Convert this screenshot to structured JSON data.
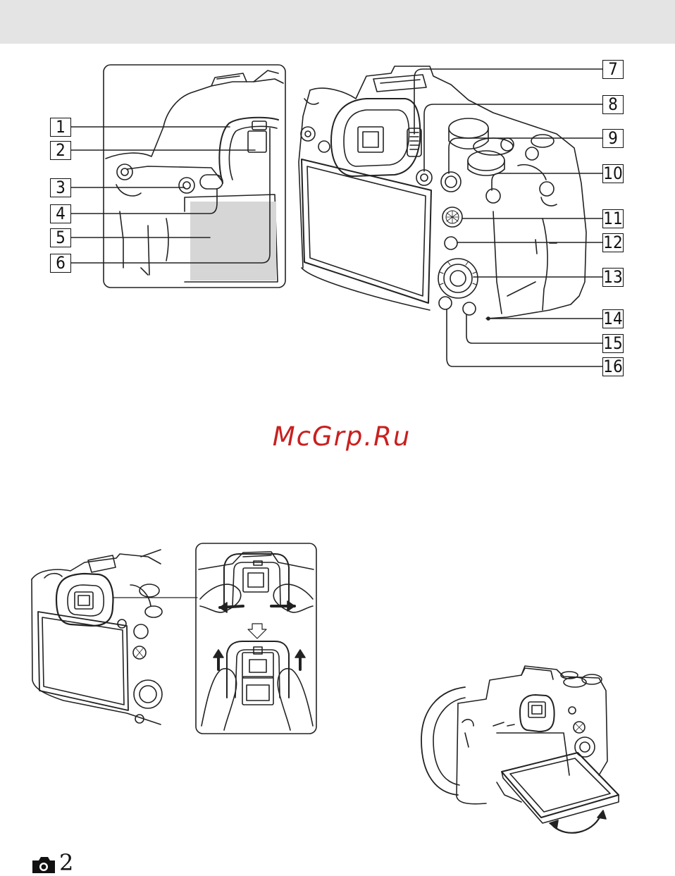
{
  "callouts": [
    {
      "n": "1"
    },
    {
      "n": "2"
    },
    {
      "n": "3"
    },
    {
      "n": "4"
    },
    {
      "n": "5"
    },
    {
      "n": "6"
    },
    {
      "n": "7"
    },
    {
      "n": "8"
    },
    {
      "n": "9"
    },
    {
      "n": "10"
    },
    {
      "n": "11"
    },
    {
      "n": "12"
    },
    {
      "n": "13"
    },
    {
      "n": "14"
    },
    {
      "n": "15"
    },
    {
      "n": "16"
    }
  ],
  "watermark": "McGrp.Ru",
  "footer": {
    "section_icon": "camera-icon",
    "page_number": "2"
  },
  "colors": {
    "header_band": "#e4e4e4",
    "watermark": "#c8201f",
    "line_art": "#222222"
  }
}
